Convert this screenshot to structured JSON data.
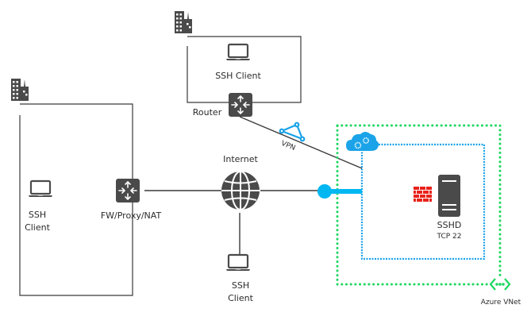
{
  "diagram": {
    "nodes": {
      "branch_office_client": {
        "label_line1": "SSH",
        "label_line2": "Client",
        "icon": "laptop-icon"
      },
      "branch_office_building": {
        "icon": "building-icon"
      },
      "firewall_proxy_nat": {
        "label": "FW/Proxy/NAT",
        "icon": "router-icon"
      },
      "hq_building": {
        "icon": "building-icon"
      },
      "hq_client": {
        "label": "SSH Client",
        "icon": "laptop-icon"
      },
      "router": {
        "label": "Router",
        "icon": "router-icon"
      },
      "internet": {
        "label": "Internet",
        "icon": "globe-icon"
      },
      "remote_client": {
        "label_line1": "SSH",
        "label_line2": "Client",
        "icon": "laptop-icon"
      },
      "vpn": {
        "label": "VPN",
        "icon": "vpn-triangle-icon"
      },
      "cloud_service": {
        "icon": "cloud-gear-icon"
      },
      "firewall": {
        "icon": "brick-firewall-icon"
      },
      "sshd_server": {
        "label": "SSHD",
        "sublabel": "TCP 22",
        "icon": "server-icon"
      },
      "azure_vnet": {
        "label": "Azure VNet",
        "icon": "vnet-icon"
      }
    },
    "colors": {
      "icon_gray": "#4a4a4a",
      "line": "#3a3a3a",
      "vnet_green": "#1ed760",
      "subnet_blue": "#1aa3e8",
      "endpoint_cyan": "#00b7f1",
      "firewall_red": "#e8221b"
    }
  }
}
